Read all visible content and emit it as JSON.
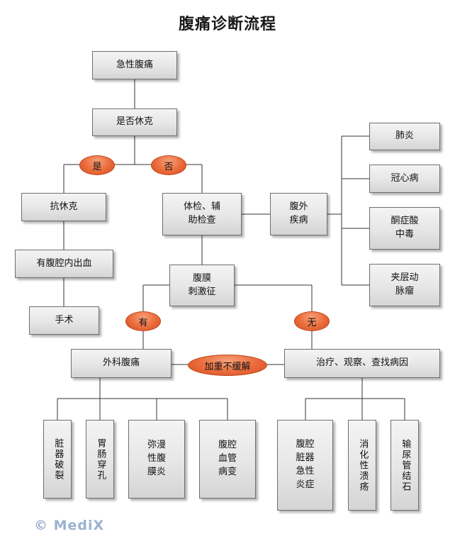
{
  "title": "腹痛诊断流程",
  "nodes": {
    "acute_abdominal_pain": "急性腹痛",
    "shock_check": "是否休克",
    "anti_shock": "抗休克",
    "exam": "体检、辅\n助检查",
    "extra_abdominal": "腹外\n疾病",
    "pneumonia": "肺炎",
    "coronary": "冠心病",
    "ketoacidosis": "酮症酸\n中毒",
    "aortic_dissection": "夹层动\n脉瘤",
    "intra_abdominal_bleeding": "有腹腔内出血",
    "surgery": "手术",
    "peritoneal_irritation": "腹膜\n刺激征",
    "surgical_abdomen": "外科腹痛",
    "treat_observe": "治疗、观察、查找病因",
    "organ_rupture": "脏器破裂",
    "gi_perforation": "胃肠穿孔",
    "diffuse_peritonitis": "弥漫\n性腹\n膜炎",
    "vascular_lesion": "腹腔\n血管\n病变",
    "organ_inflammation": "腹腔\n脏器\n急性\n炎症",
    "peptic_ulcer": "消化性溃疡",
    "ureteral_stone": "输尿管结石"
  },
  "labels": {
    "yes": "是",
    "no": "否",
    "present": "有",
    "absent": "无",
    "worsening": "加重不缓解"
  },
  "watermark": "© MediX",
  "colors": {
    "label_fill": "#ea6a3a",
    "box_fill": "#e6e6e6",
    "line": "#333333",
    "watermark": "#9ab2cf"
  }
}
